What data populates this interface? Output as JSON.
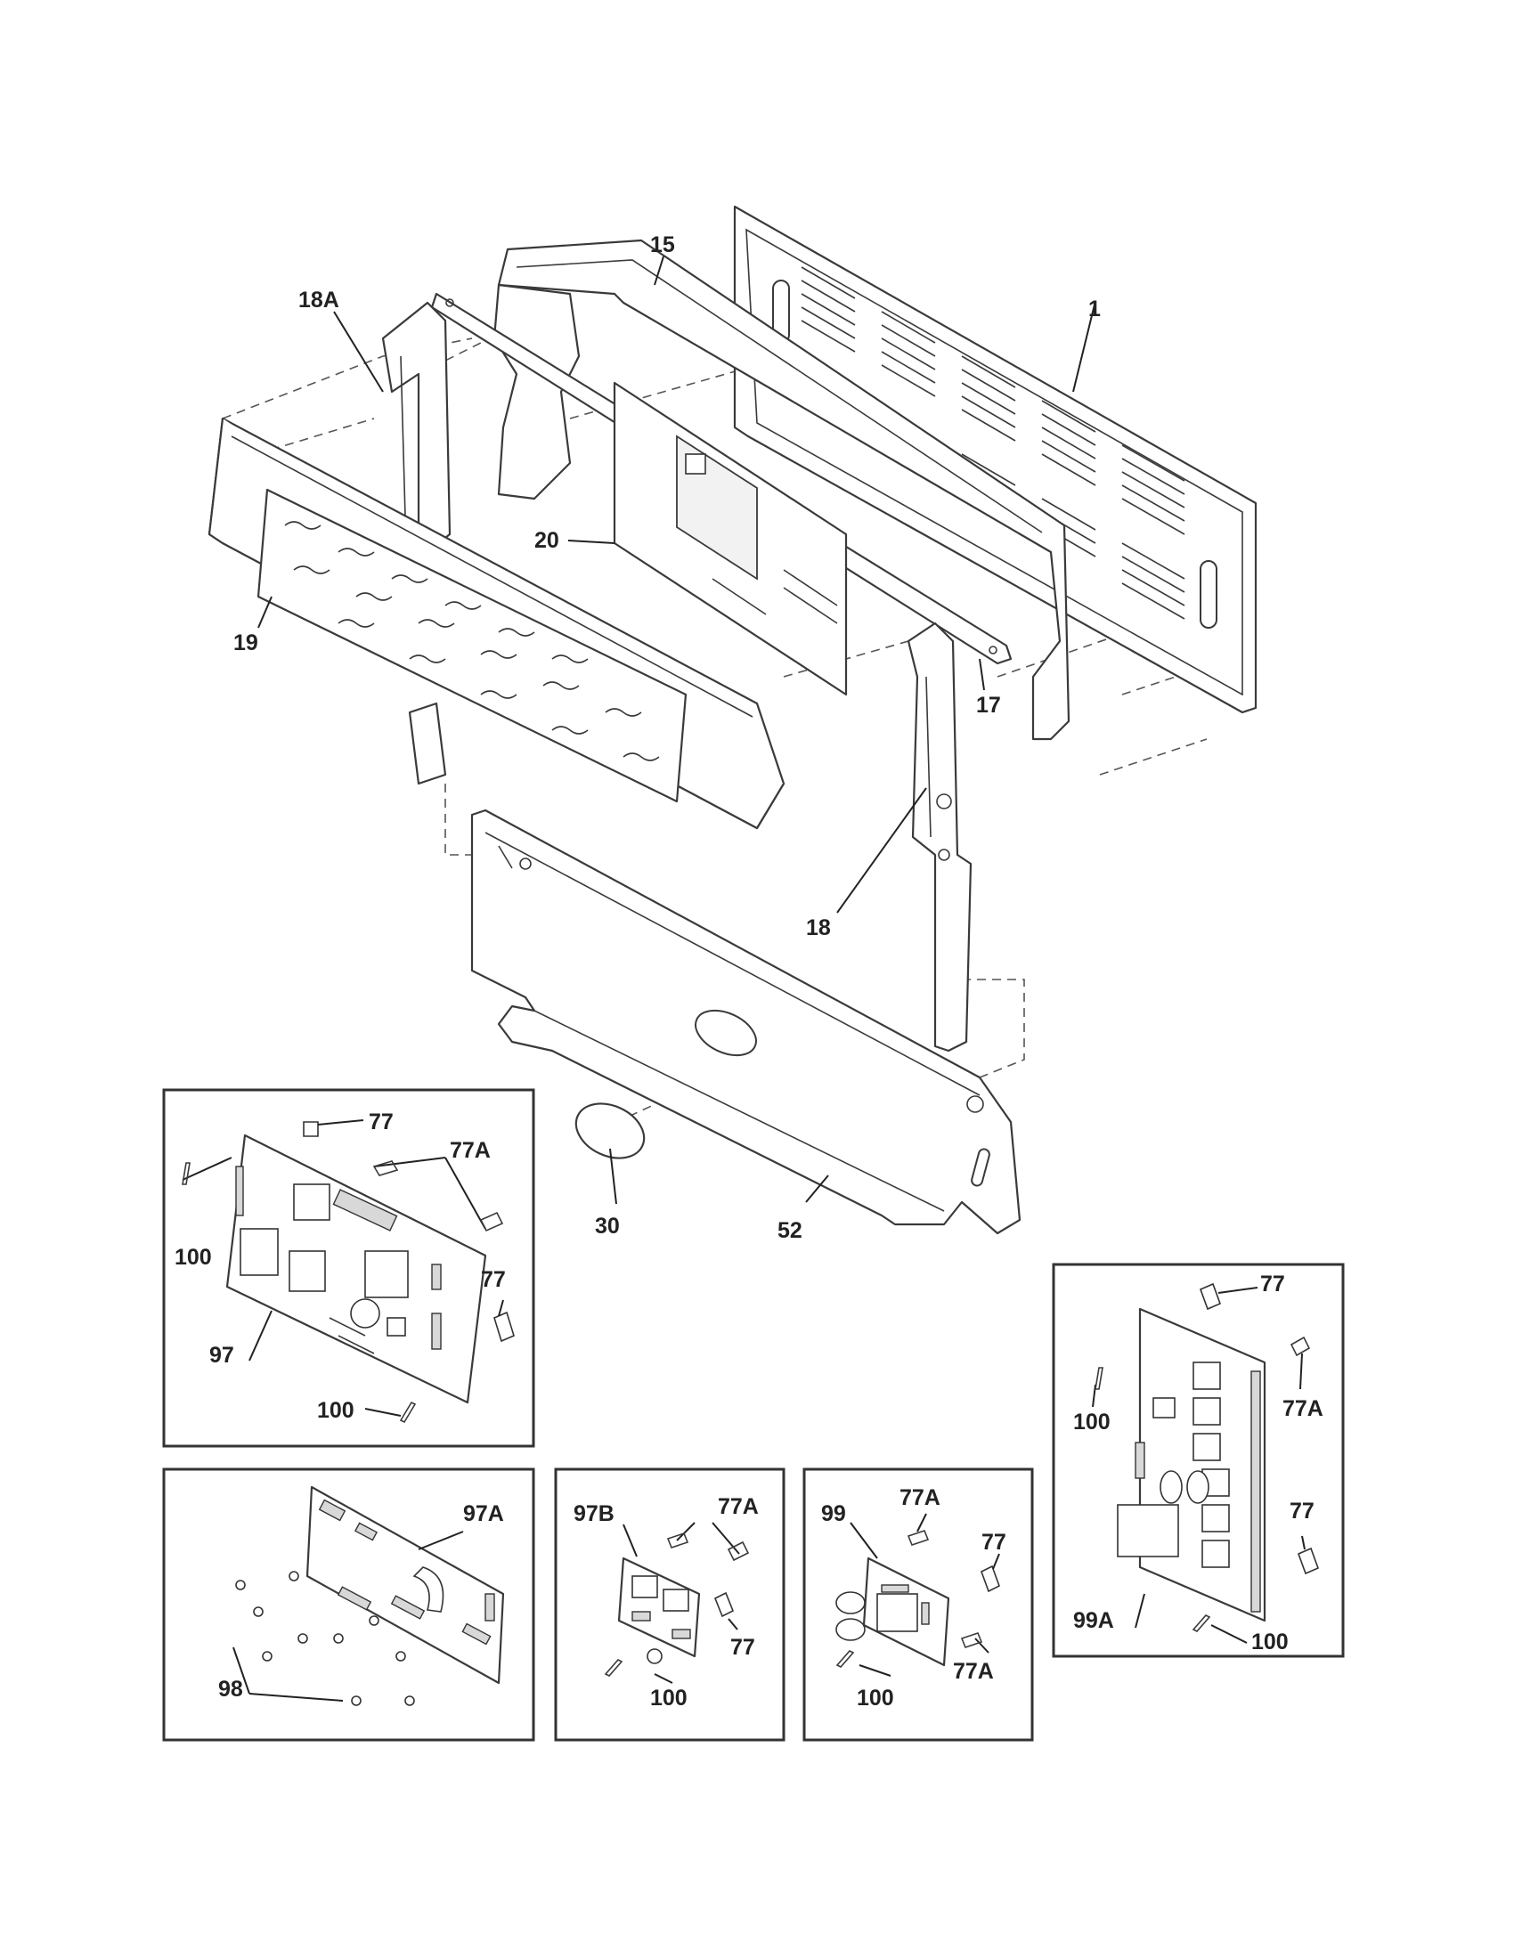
{
  "callouts": {
    "c1": "1",
    "c15": "15",
    "c17": "17",
    "c18": "18",
    "c18A": "18A",
    "c19": "19",
    "c20": "20",
    "c30": "30",
    "c52": "52",
    "i1_77_top": "77",
    "i1_77A": "77A",
    "i1_77_mid": "77",
    "i1_100_left": "100",
    "i1_97": "97",
    "i1_100_bottom": "100",
    "i2_97A": "97A",
    "i2_98": "98",
    "i3_97B": "97B",
    "i3_77A": "77A",
    "i3_77": "77",
    "i3_100": "100",
    "i4_99": "99",
    "i4_77A_top": "77A",
    "i4_77": "77",
    "i4_100": "100",
    "i4_77A_bottom": "77A",
    "i5_77_top": "77",
    "i5_100_left": "100",
    "i5_77A": "77A",
    "i5_77_mid": "77",
    "i5_99A": "99A",
    "i5_100_bottom": "100"
  }
}
